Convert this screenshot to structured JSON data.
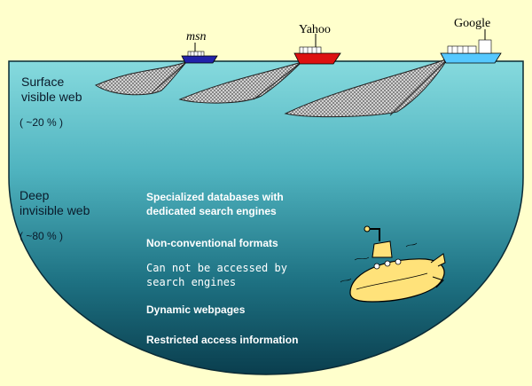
{
  "ships": [
    {
      "name": "msn",
      "color": "#2222aa"
    },
    {
      "name": "Yahoo",
      "color": "#dd1111"
    },
    {
      "name": "Google",
      "color": "#55c8ff"
    }
  ],
  "surface": {
    "title_line1": "Surface",
    "title_line2": "visible web",
    "share": "( ~20 % )"
  },
  "deep": {
    "title_line1": "Deep",
    "title_line2": "invisible web",
    "share": "( ~80 % )"
  },
  "deep_items": [
    "Specialized databases with",
    "dedicated search engines",
    "Non-conventional formats",
    "Can not be accessed by",
    "search engines",
    "Dynamic webpages",
    "Restricted access information"
  ],
  "colors": {
    "background": "#FFFFCC",
    "water_top": "#7fd6dc",
    "water_bottom": "#0a3f4f"
  }
}
